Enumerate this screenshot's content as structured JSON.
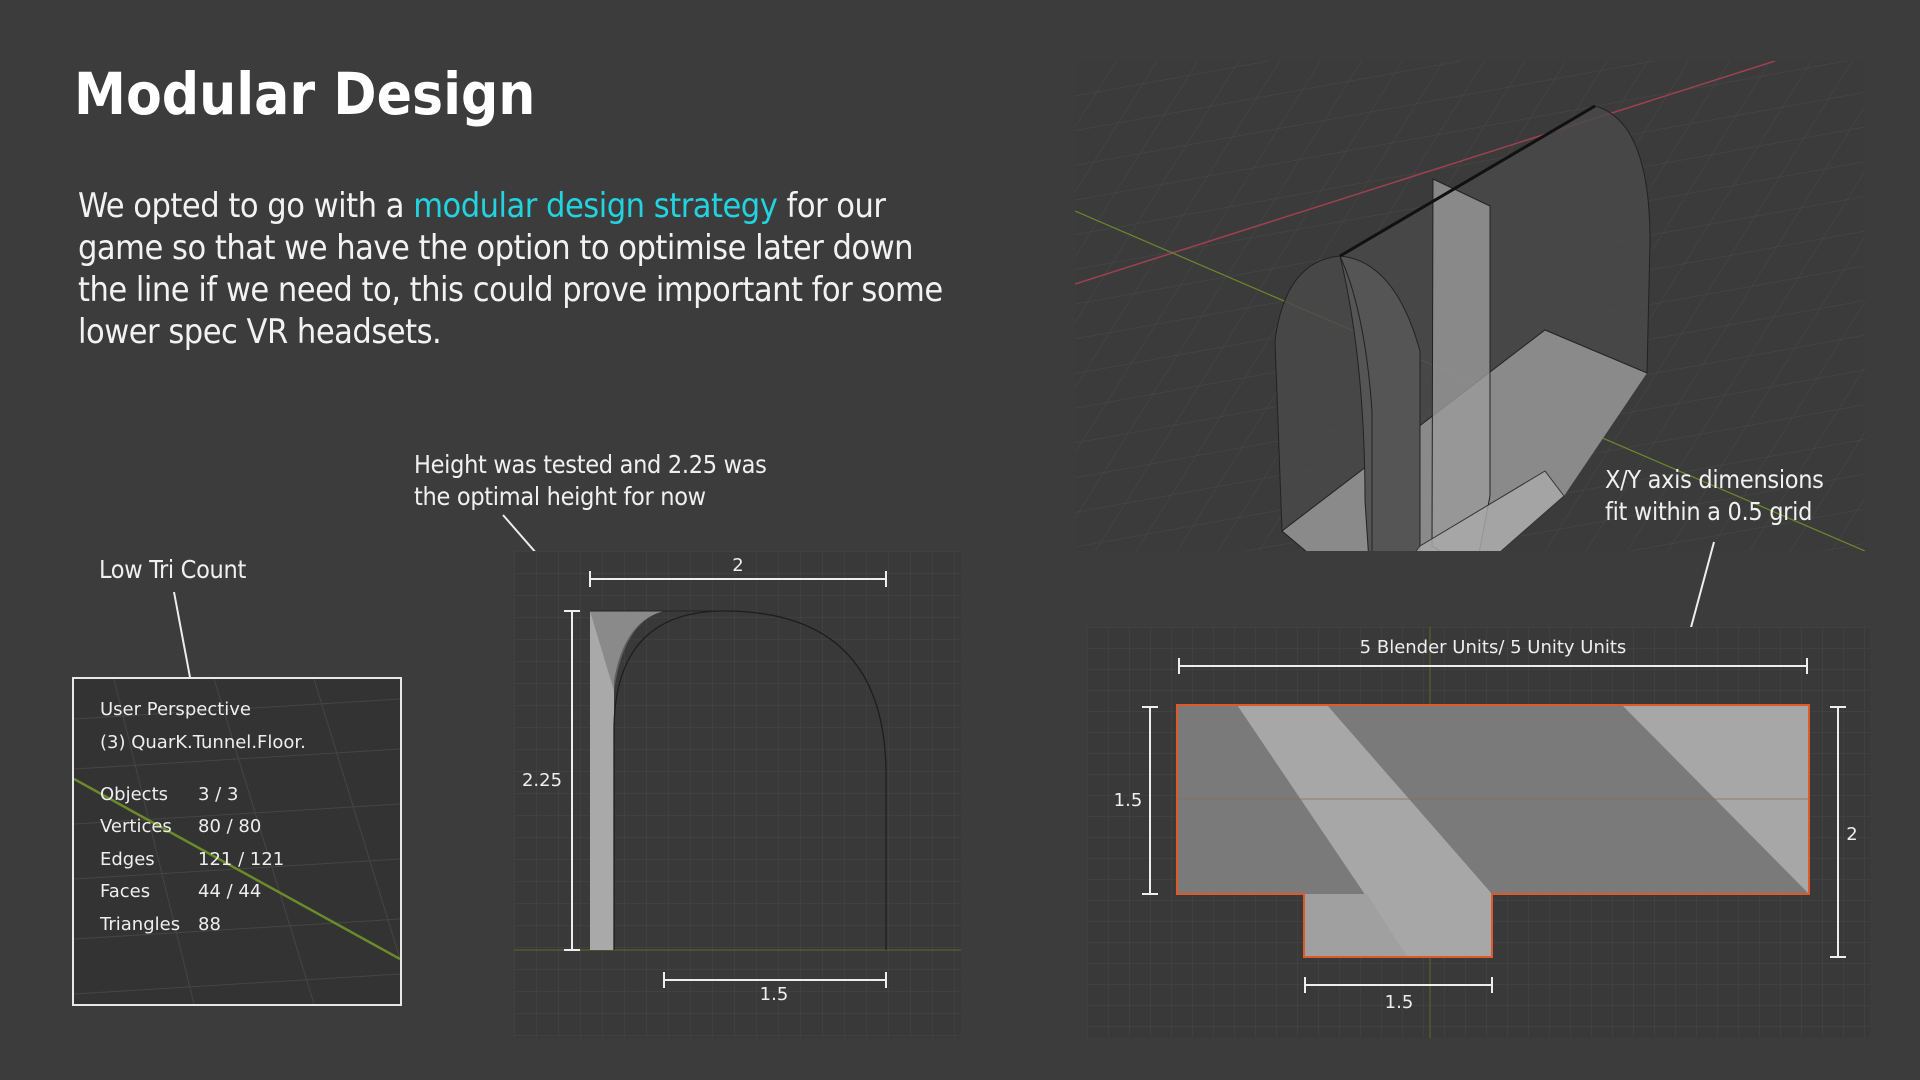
{
  "title": "Modular Design",
  "intro": {
    "before": "We opted to go with a ",
    "highlight": "modular design strategy",
    "after": " for our game so that we have the option to optimise later down the line if we need to, this could prove important for some lower spec VR headsets.",
    "highlight_color": "#22d3e0"
  },
  "notes": {
    "low_tri": "Low Tri Count",
    "height_line1": "Height was tested and 2.25 was",
    "height_line2": "the optimal height for now",
    "xy_line1": "X/Y axis dimensions",
    "xy_line2": "fit within a 0.5 grid"
  },
  "stats_overlay": {
    "view": "User Perspective",
    "object": "(3) QuarK.Tunnel.Floor.",
    "rows": [
      {
        "label": "Objects",
        "value": "3 / 3"
      },
      {
        "label": "Vertices",
        "value": "80 / 80"
      },
      {
        "label": "Edges",
        "value": "121 / 121"
      },
      {
        "label": "Faces",
        "value": "44 / 44"
      },
      {
        "label": "Triangles",
        "value": "88"
      }
    ]
  },
  "side_view": {
    "width_label": "2",
    "height_label": "2.25",
    "opening_label": "1.5"
  },
  "top_view": {
    "length_label": "5 Blender Units/ 5 Unity Units",
    "left_height_label": "1.5",
    "right_height_label": "2",
    "bottom_width_label": "1.5",
    "outline_color": "#e0592a"
  }
}
